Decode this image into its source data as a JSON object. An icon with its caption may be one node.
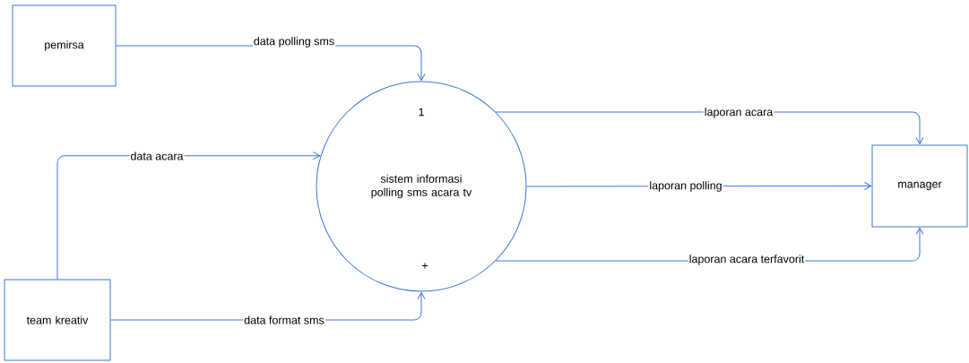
{
  "diagram": {
    "nodes": [
      {
        "text": [
          "pemirsa"
        ]
      },
      {
        "text": [
          "1",
          "sistem informasi polling sms acara tv",
          "+"
        ]
      },
      {
        "text": [
          "manager"
        ]
      },
      {
        "text": [
          "team kreativ"
        ]
      }
    ],
    "edges": [
      {
        "from": 0,
        "to": 1,
        "arrow": "to",
        "label": "data polling sms"
      },
      {
        "from": 3,
        "to": 1,
        "arrow": "to",
        "label": "data acara"
      },
      {
        "from": 3,
        "to": 1,
        "arrow": "to",
        "label": "data format sms"
      },
      {
        "from": 1,
        "to": 2,
        "arrow": "to",
        "label": "laporan acara"
      },
      {
        "from": 1,
        "to": 2,
        "arrow": "to",
        "label": "laporan polling"
      },
      {
        "from": 1,
        "to": 2,
        "arrow": "to",
        "label": "laporan acara terfavorit"
      }
    ]
  }
}
